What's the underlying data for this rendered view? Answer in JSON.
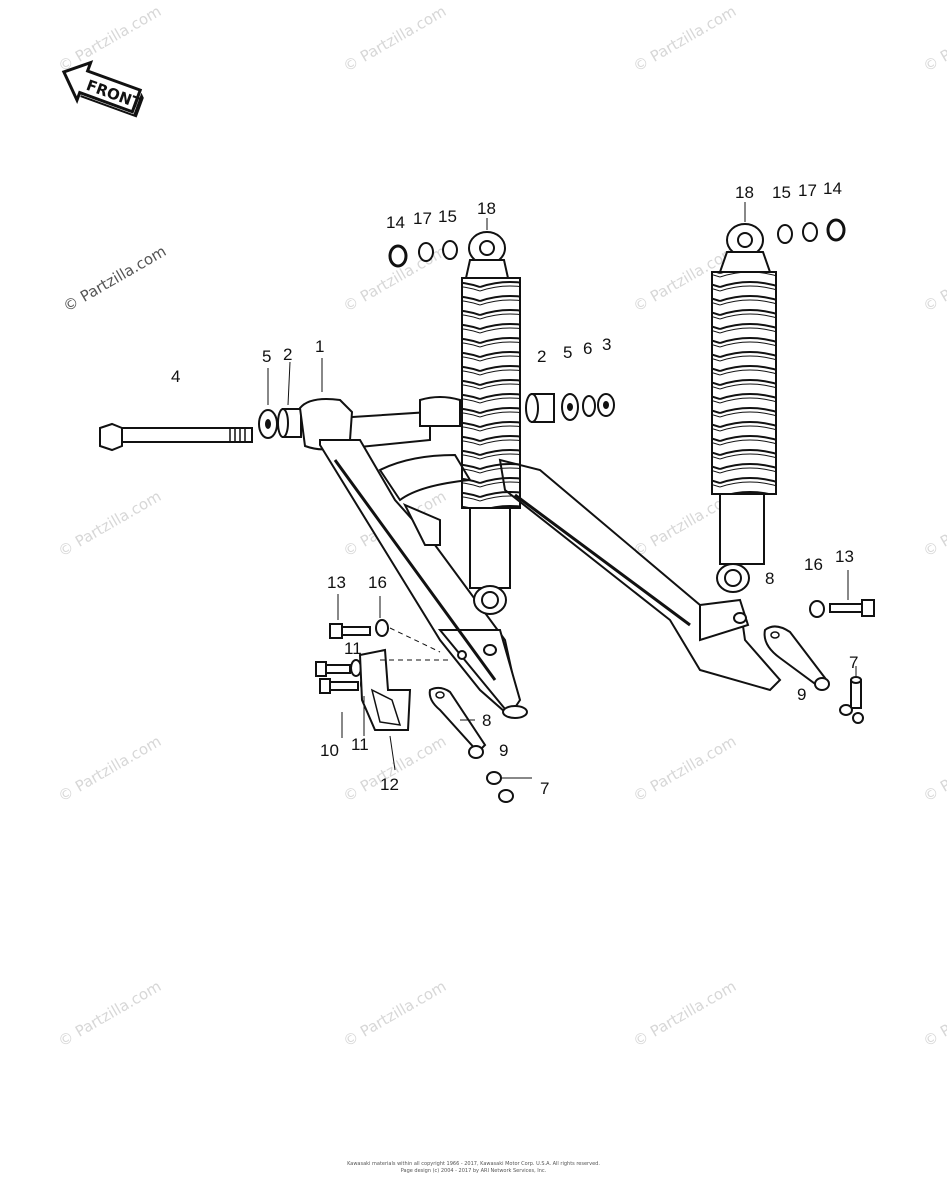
{
  "watermark": "© Partzilla.com",
  "front_label": "FRONT",
  "callouts": {
    "c1": "1",
    "c2a": "2",
    "c2b": "2",
    "c3": "3",
    "c4": "4",
    "c5a": "5",
    "c5b": "5",
    "c6": "6",
    "c7a": "7",
    "c7b": "7",
    "c8a": "8",
    "c8b": "8",
    "c9a": "9",
    "c9b": "9",
    "c10": "10",
    "c11a": "11",
    "c11b": "11",
    "c12": "12",
    "c13a": "13",
    "c13b": "13",
    "c14a": "14",
    "c14b": "14",
    "c15a": "15",
    "c15b": "15",
    "c16a": "16",
    "c16b": "16",
    "c17a": "17",
    "c17b": "17",
    "c18a": "18",
    "c18b": "18"
  },
  "footer": {
    "line1": "Kawasaki materials within all copyright 1966 - 2017, Kawasaki Motor Corp. U.S.A. All rights reserved.",
    "line2": "Page design (c) 2004 - 2017 by ARI Network Services, Inc."
  }
}
